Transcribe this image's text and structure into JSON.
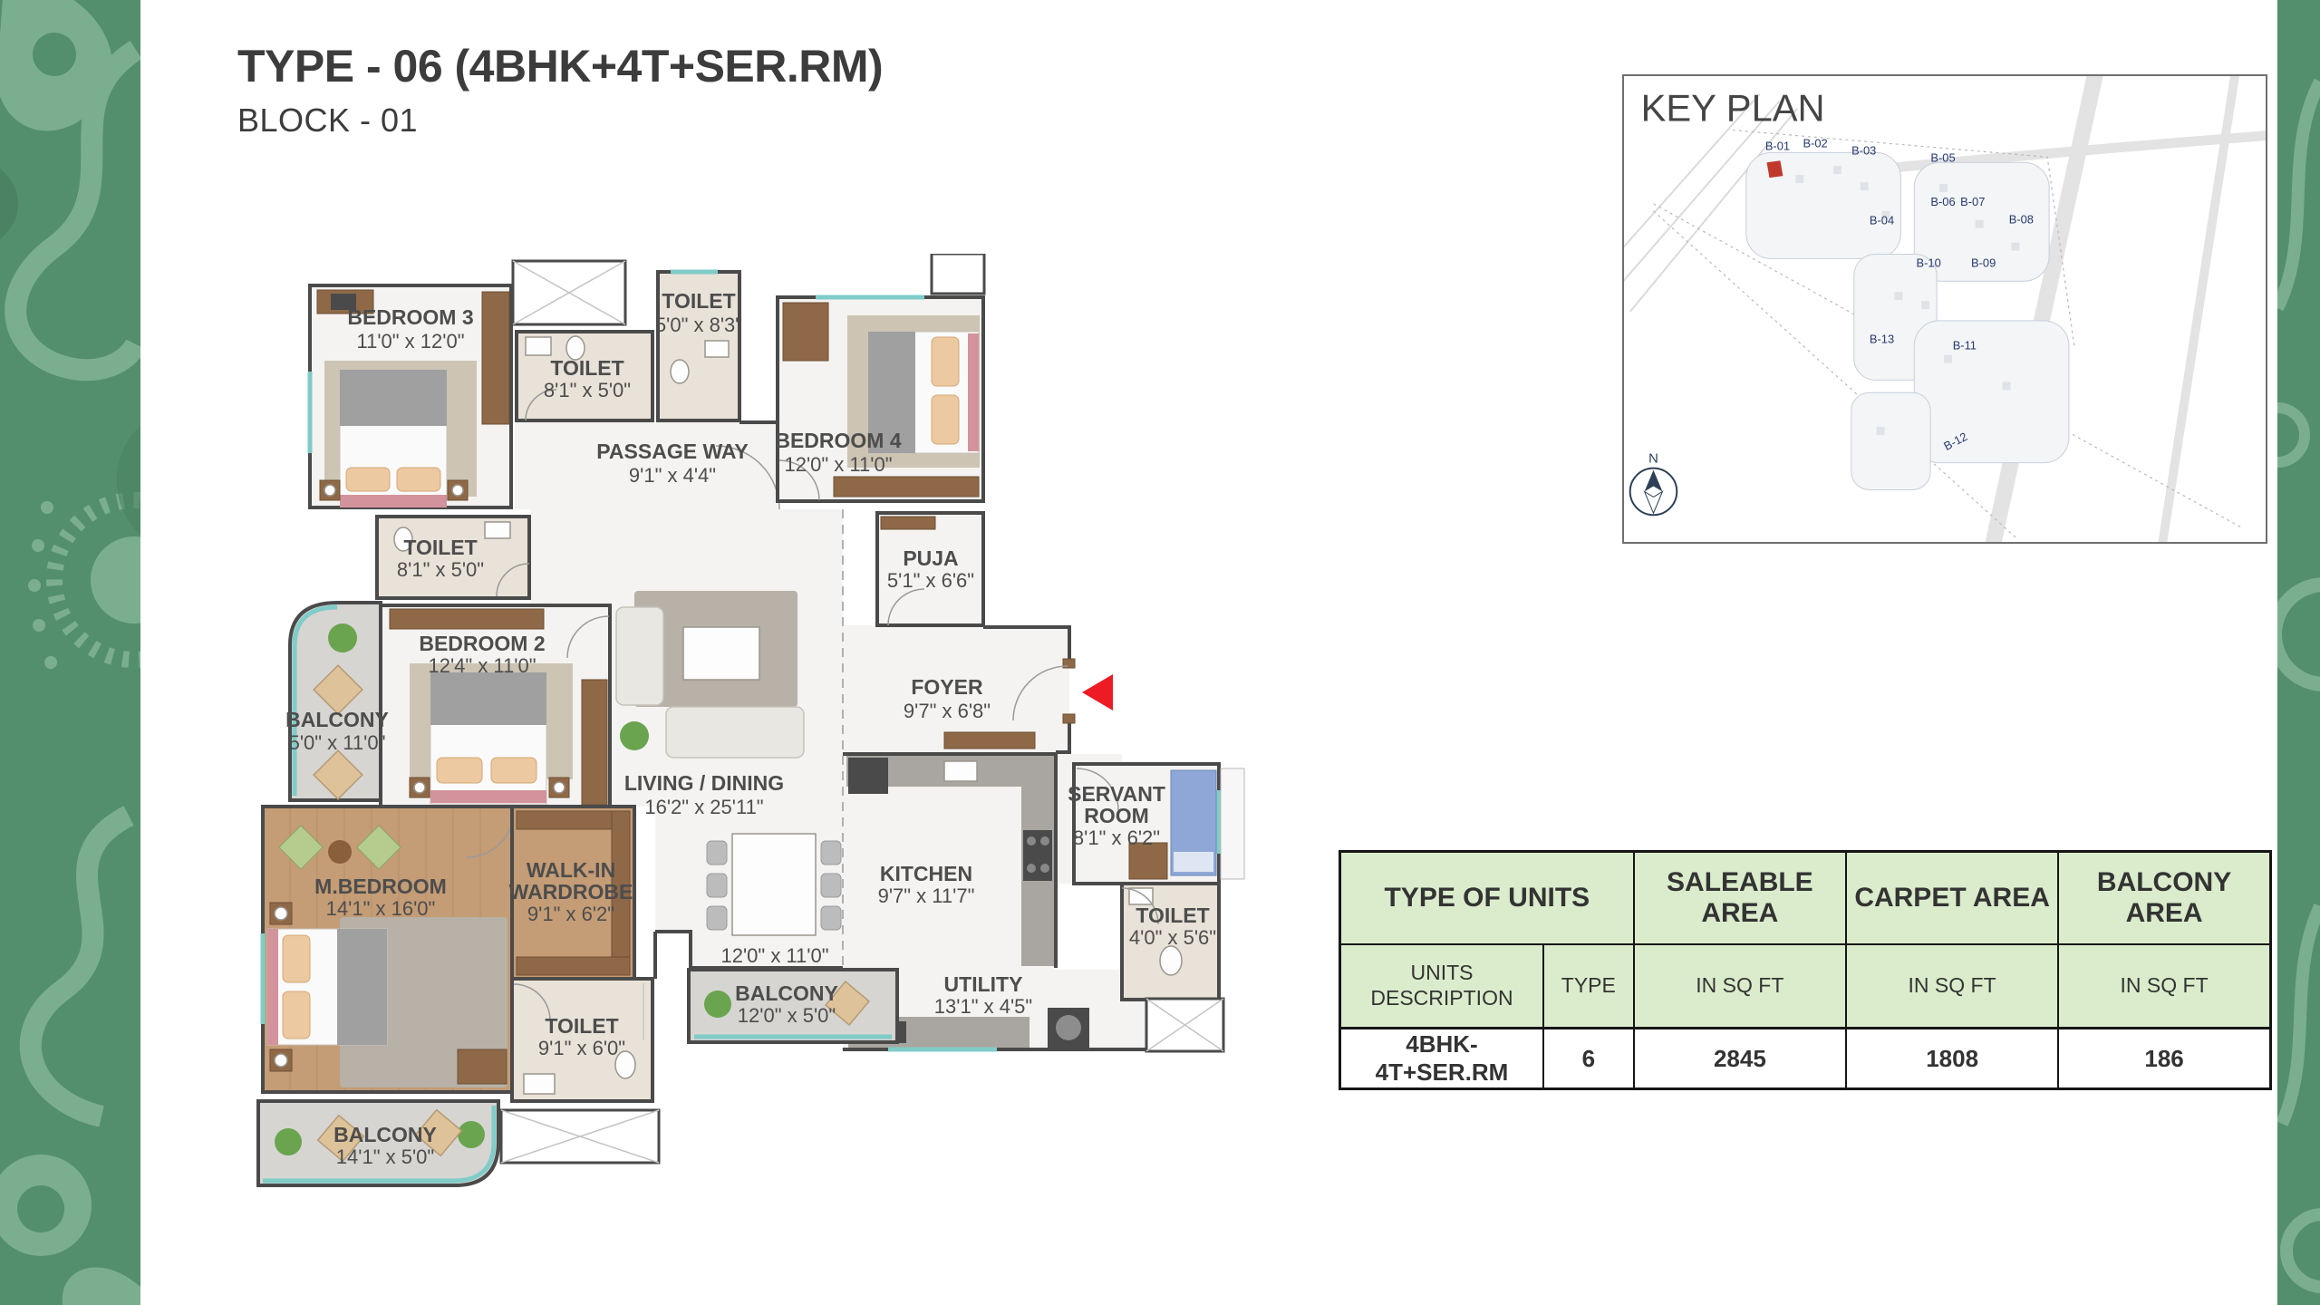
{
  "page": {
    "title": "TYPE - 06 (4BHK+4T+SER.RM)",
    "subtitle": "BLOCK - 01"
  },
  "colors": {
    "band_green": "#548f6d",
    "band_green_light": "#7bae8f",
    "table_header_bg": "#daeccb",
    "entry_arrow_red": "#ed1c24",
    "keyplan_label_blue": "#27386e"
  },
  "key_plan": {
    "title": "KEY PLAN",
    "north": "N",
    "highlighted_block": "B-01",
    "blocks": [
      "B-01",
      "B-02",
      "B-03",
      "B-04",
      "B-05",
      "B-06",
      "B-07",
      "B-08",
      "B-09",
      "B-10",
      "B-11",
      "B-12",
      "B-13"
    ]
  },
  "rooms": {
    "bedroom3": {
      "name": "BEDROOM 3",
      "dims": "11'0\" x 12'0\""
    },
    "toilet_top": {
      "name": "TOILET",
      "dims": "8'1\" x 5'0\""
    },
    "toilet_bed4": {
      "name": "TOILET",
      "dims": "5'0\" x 8'3\""
    },
    "passage": {
      "name": "PASSAGE WAY",
      "dims": "9'1\" x 4'4\""
    },
    "bedroom4": {
      "name": "BEDROOM 4",
      "dims": "12'0\" x 11'0\""
    },
    "puja": {
      "name": "PUJA",
      "dims": "5'1\" x 6'6\""
    },
    "toilet_bed2": {
      "name": "TOILET",
      "dims": "8'1\" x 5'0\""
    },
    "bedroom2": {
      "name": "BEDROOM 2",
      "dims": "12'4\" x 11'0\""
    },
    "balcony_bed2": {
      "name": "BALCONY",
      "dims": "5'0\" x 11'0\""
    },
    "living": {
      "name": "LIVING / DINING",
      "dims": "16'2\" x 25'11\""
    },
    "dining": {
      "dims": "12'0\" x 11'0\""
    },
    "foyer": {
      "name": "FOYER",
      "dims": "9'7\" x 6'8\""
    },
    "kitchen": {
      "name": "KITCHEN",
      "dims": "9'7\" x 11'7\""
    },
    "servant": {
      "line1": "SERVANT",
      "line2": "ROOM",
      "dims": "8'1\" x 6'2\""
    },
    "toilet_servant": {
      "name": "TOILET",
      "dims": "4'0\" x 5'6\""
    },
    "utility": {
      "name": "UTILITY",
      "dims": "13'1\" x 4'5\""
    },
    "mbedroom": {
      "name": "M.BEDROOM",
      "dims": "14'1\" x 16'0\""
    },
    "wardrobe": {
      "line1": "WALK-IN",
      "line2": "WARDROBE",
      "dims": "9'1\" x 6'2\""
    },
    "toilet_master": {
      "name": "TOILET",
      "dims": "9'1\" x 6'0\""
    },
    "balcony_master": {
      "name": "BALCONY",
      "dims": "14'1\" x 5'0\""
    },
    "balcony_living": {
      "name": "BALCONY",
      "dims": "12'0\" x 5'0\""
    }
  },
  "table": {
    "header_row1": [
      "TYPE OF UNITS",
      "SALEABLE AREA",
      "CARPET AREA",
      "BALCONY AREA"
    ],
    "header_row2": [
      "UNITS DESCRIPTION",
      "TYPE",
      "IN SQ FT",
      "IN SQ FT",
      "IN SQ FT"
    ],
    "data_row": [
      "4BHK- 4T+SER.RM",
      "6",
      "2845",
      "1808",
      "186"
    ]
  }
}
